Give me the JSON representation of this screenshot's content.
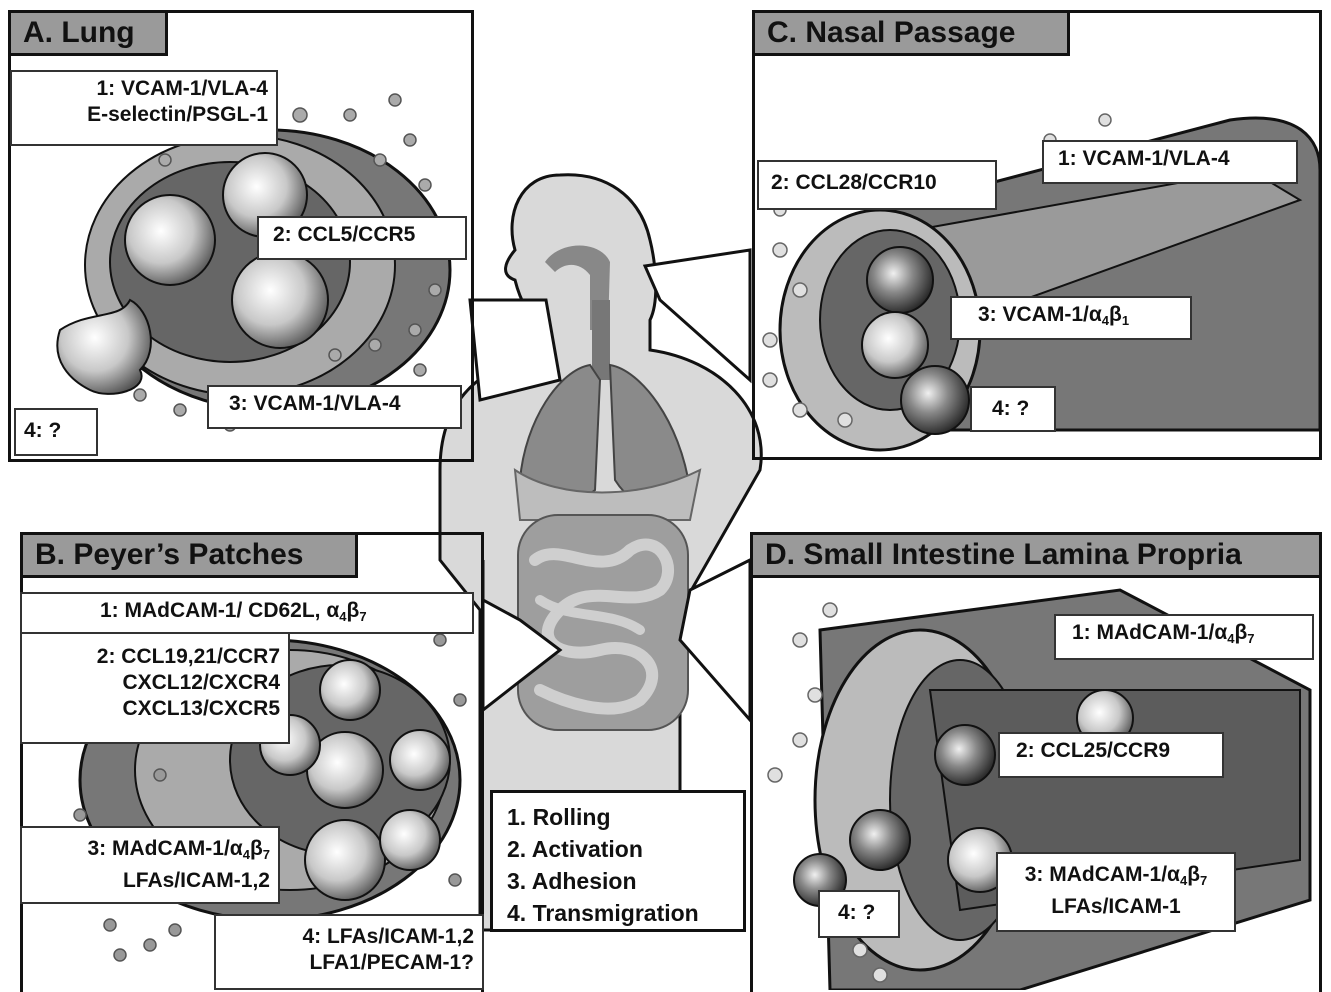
{
  "panels": {
    "lung": {
      "title": "A. Lung",
      "step1": [
        "1: VCAM-1/VLA-4",
        "E-selectin/PSGL-1"
      ],
      "step2": "2: CCL5/CCR5",
      "step3": "3: VCAM-1/VLA-4",
      "step4": "4: ?"
    },
    "peyers": {
      "title": "B. Peyer’s Patches",
      "step1": {
        "pre": "1: MAdCAM-1/ CD62L, α",
        "sub1": "4",
        "mid": "β",
        "sub2": "7"
      },
      "step2": [
        "2: CCL19,21/CCR7",
        "CXCL12/CXCR4",
        "CXCL13/CXCR5"
      ],
      "step3": {
        "pre": "3: MAdCAM-1/α",
        "sub1": "4",
        "mid": "β",
        "sub2": "7",
        "line2": "LFAs/ICAM-1,2"
      },
      "step4": [
        "4: LFAs/ICAM-1,2",
        "LFA1/PECAM-1?"
      ]
    },
    "nasal": {
      "title": "C. Nasal Passage",
      "step1": "1: VCAM-1/VLA-4",
      "step2": "2: CCL28/CCR10",
      "step3": {
        "pre": "3: VCAM-1/α",
        "sub1": "4",
        "mid": "β",
        "sub2": "1"
      },
      "step4": "4: ?"
    },
    "intestine": {
      "title": "D. Small Intestine Lamina Propria",
      "step1": {
        "pre": "1: MAdCAM-1/α",
        "sub1": "4",
        "mid": "β",
        "sub2": "7"
      },
      "step2": "2: CCL25/CCR9",
      "step3": {
        "pre": "3: MAdCAM-1/α",
        "sub1": "4",
        "mid": "β",
        "sub2": "7",
        "line2": "LFAs/ICAM-1"
      },
      "step4": "4: ?"
    }
  },
  "legend": [
    "1. Rolling",
    "2. Activation",
    "3. Adhesion",
    "4. Transmigration"
  ]
}
